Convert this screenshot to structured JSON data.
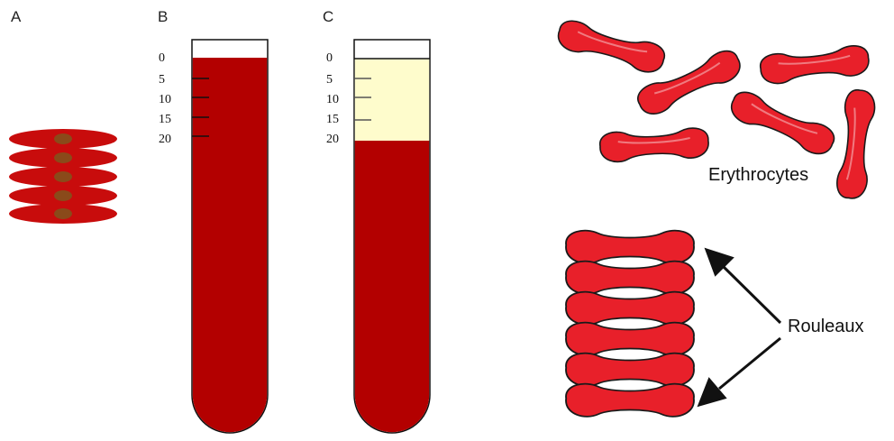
{
  "panels": {
    "a": {
      "label": "A"
    },
    "b": {
      "label": "B",
      "scale": [
        "0",
        "5",
        "10",
        "15",
        "20"
      ],
      "sediment_level": 0
    },
    "c": {
      "label": "C",
      "scale": [
        "0",
        "5",
        "10",
        "15",
        "20"
      ],
      "sediment_level": 20
    }
  },
  "labels": {
    "erythrocytes": "Erythrocytes",
    "rouleaux": "Rouleaux"
  },
  "colors": {
    "blood": "#b30000",
    "plasma": "#fefccc",
    "rbc": "#e8202a",
    "rbc_core": "#8a4a1a"
  }
}
